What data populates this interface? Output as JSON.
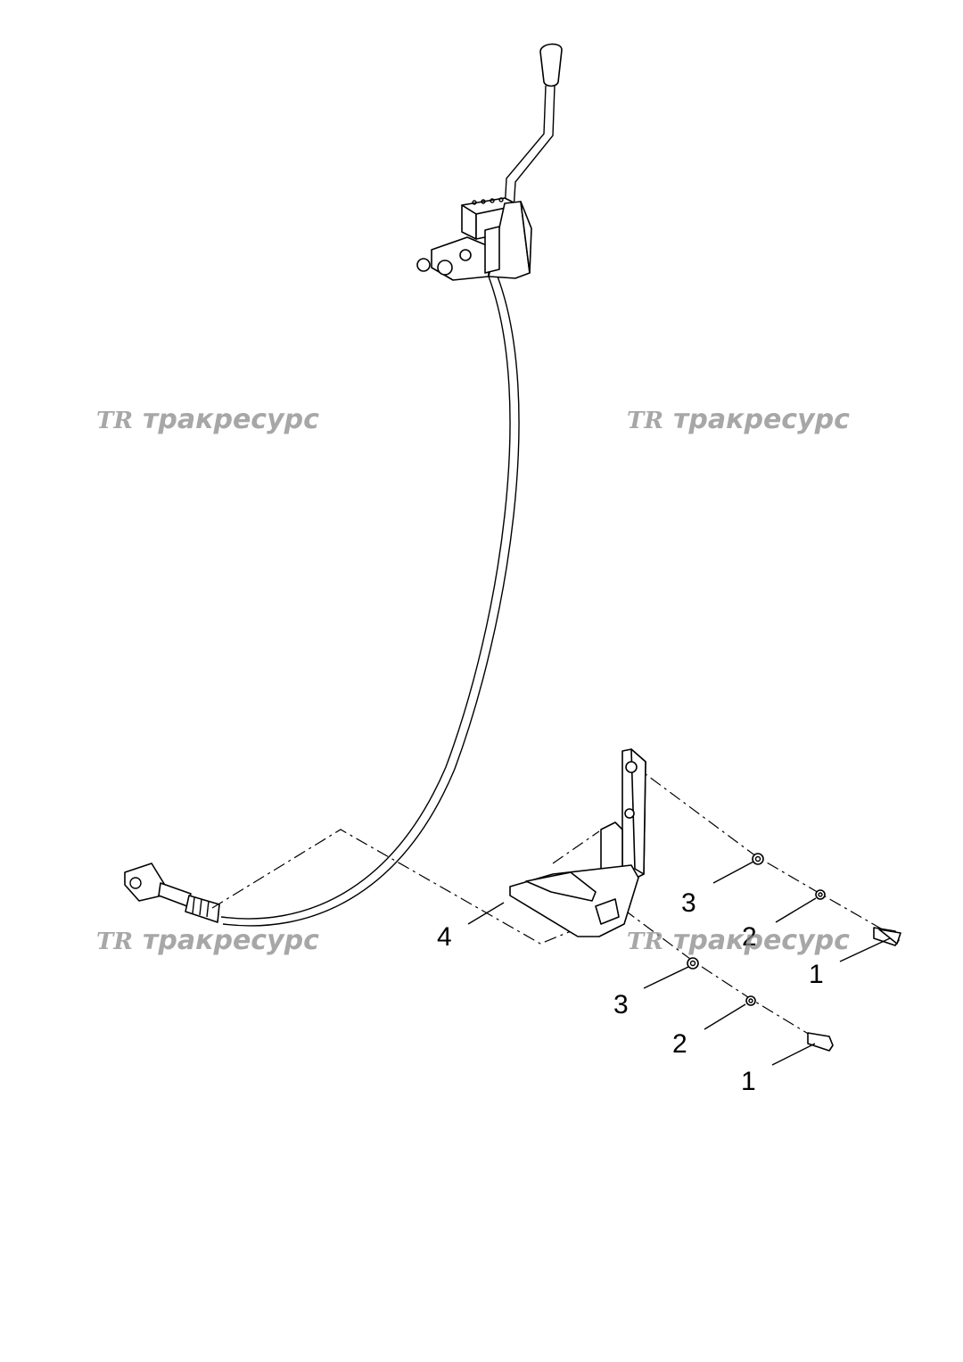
{
  "watermarks": [
    {
      "logo": "TR",
      "text": "тракресурс"
    },
    {
      "logo": "TR",
      "text": "тракресурс"
    },
    {
      "logo": "TR",
      "text": "тракресурс"
    },
    {
      "logo": "TR",
      "text": "тракресурс"
    }
  ],
  "callouts": [
    {
      "label": "4"
    },
    {
      "label": "3"
    },
    {
      "label": "2"
    },
    {
      "label": "1"
    },
    {
      "label": "3"
    },
    {
      "label": "2"
    },
    {
      "label": "1"
    }
  ],
  "colors": {
    "line": "#000000",
    "watermark": "#8a8a8a",
    "background": "#ffffff"
  }
}
